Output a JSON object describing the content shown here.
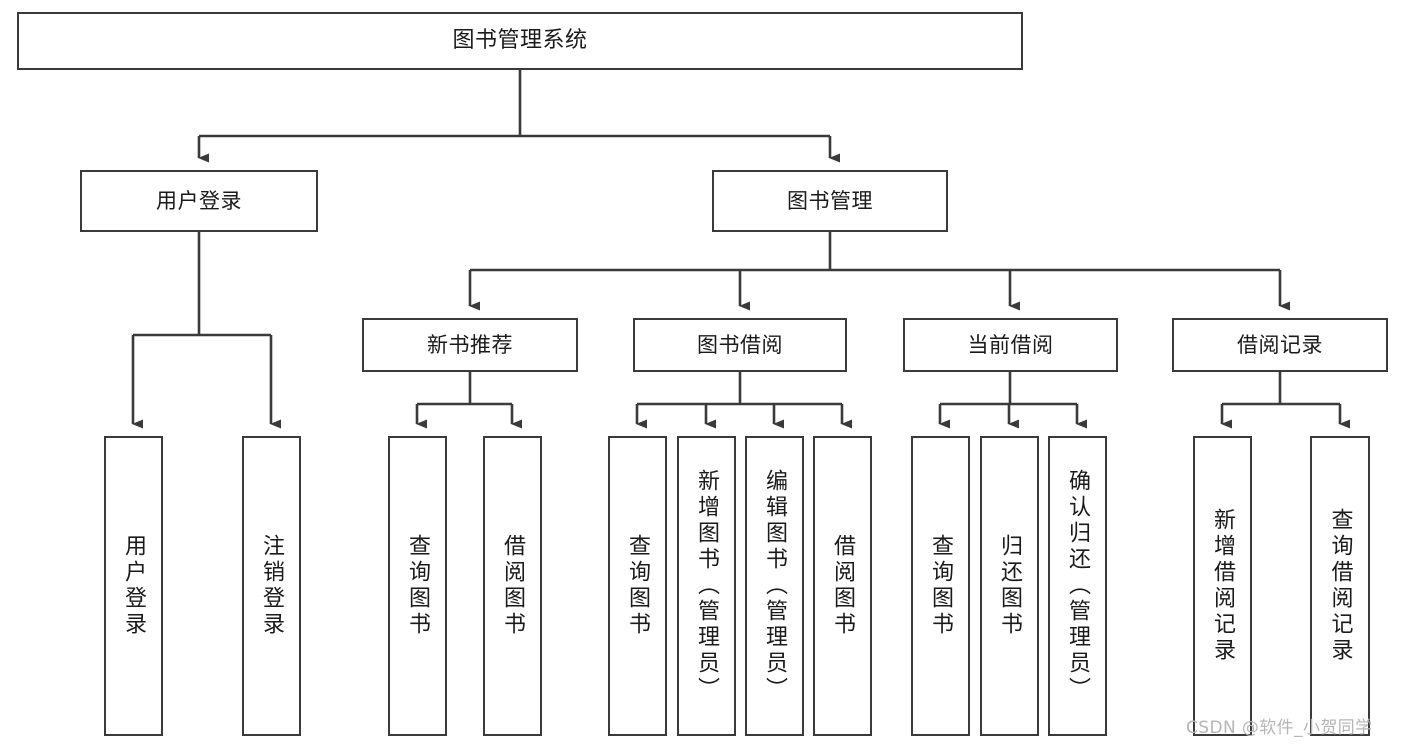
{
  "diagram": {
    "type": "tree-hierarchy-chart",
    "title": "图书管理系统",
    "orientation": "top-down",
    "line_color": "#3a3a3a",
    "box_fill": "#ffffff",
    "text_color": "#1a1a1a",
    "nodes": {
      "root": {
        "label": "图书管理系统",
        "level": 0,
        "text_direction": "horizontal"
      },
      "l1": [
        {
          "label": "用户登录",
          "level": 1,
          "text_direction": "horizontal"
        },
        {
          "label": "图书管理",
          "level": 1,
          "text_direction": "horizontal"
        }
      ],
      "l2": [
        {
          "label": "新书推荐",
          "level": 2,
          "text_direction": "horizontal"
        },
        {
          "label": "图书借阅",
          "level": 2,
          "text_direction": "horizontal"
        },
        {
          "label": "当前借阅",
          "level": 2,
          "text_direction": "horizontal"
        },
        {
          "label": "借阅记录",
          "level": 2,
          "text_direction": "horizontal"
        }
      ],
      "leaves": [
        {
          "label": "用户登录",
          "parent": "用户登录",
          "text_direction": "vertical"
        },
        {
          "label": "注销登录",
          "parent": "用户登录",
          "text_direction": "vertical"
        },
        {
          "label": "查询图书",
          "parent": "新书推荐",
          "text_direction": "vertical"
        },
        {
          "label": "借阅图书",
          "parent": "新书推荐",
          "text_direction": "vertical"
        },
        {
          "label": "查询图书",
          "parent": "图书借阅",
          "text_direction": "vertical"
        },
        {
          "label": "新增图书（管理员）",
          "parent": "图书借阅",
          "text_direction": "vertical"
        },
        {
          "label": "编辑图书（管理员）",
          "parent": "图书借阅",
          "text_direction": "vertical"
        },
        {
          "label": "借阅图书",
          "parent": "图书借阅",
          "text_direction": "vertical"
        },
        {
          "label": "查询图书",
          "parent": "当前借阅",
          "text_direction": "vertical"
        },
        {
          "label": "归还图书",
          "parent": "当前借阅",
          "text_direction": "vertical"
        },
        {
          "label": "确认归还（管理员）",
          "parent": "当前借阅",
          "text_direction": "vertical"
        },
        {
          "label": "新增借阅记录",
          "parent": "借阅记录",
          "text_direction": "vertical"
        },
        {
          "label": "查询借阅记录",
          "parent": "借阅记录",
          "text_direction": "vertical"
        }
      ]
    }
  },
  "watermark": {
    "text": "CSDN @软件_小贺同学"
  }
}
